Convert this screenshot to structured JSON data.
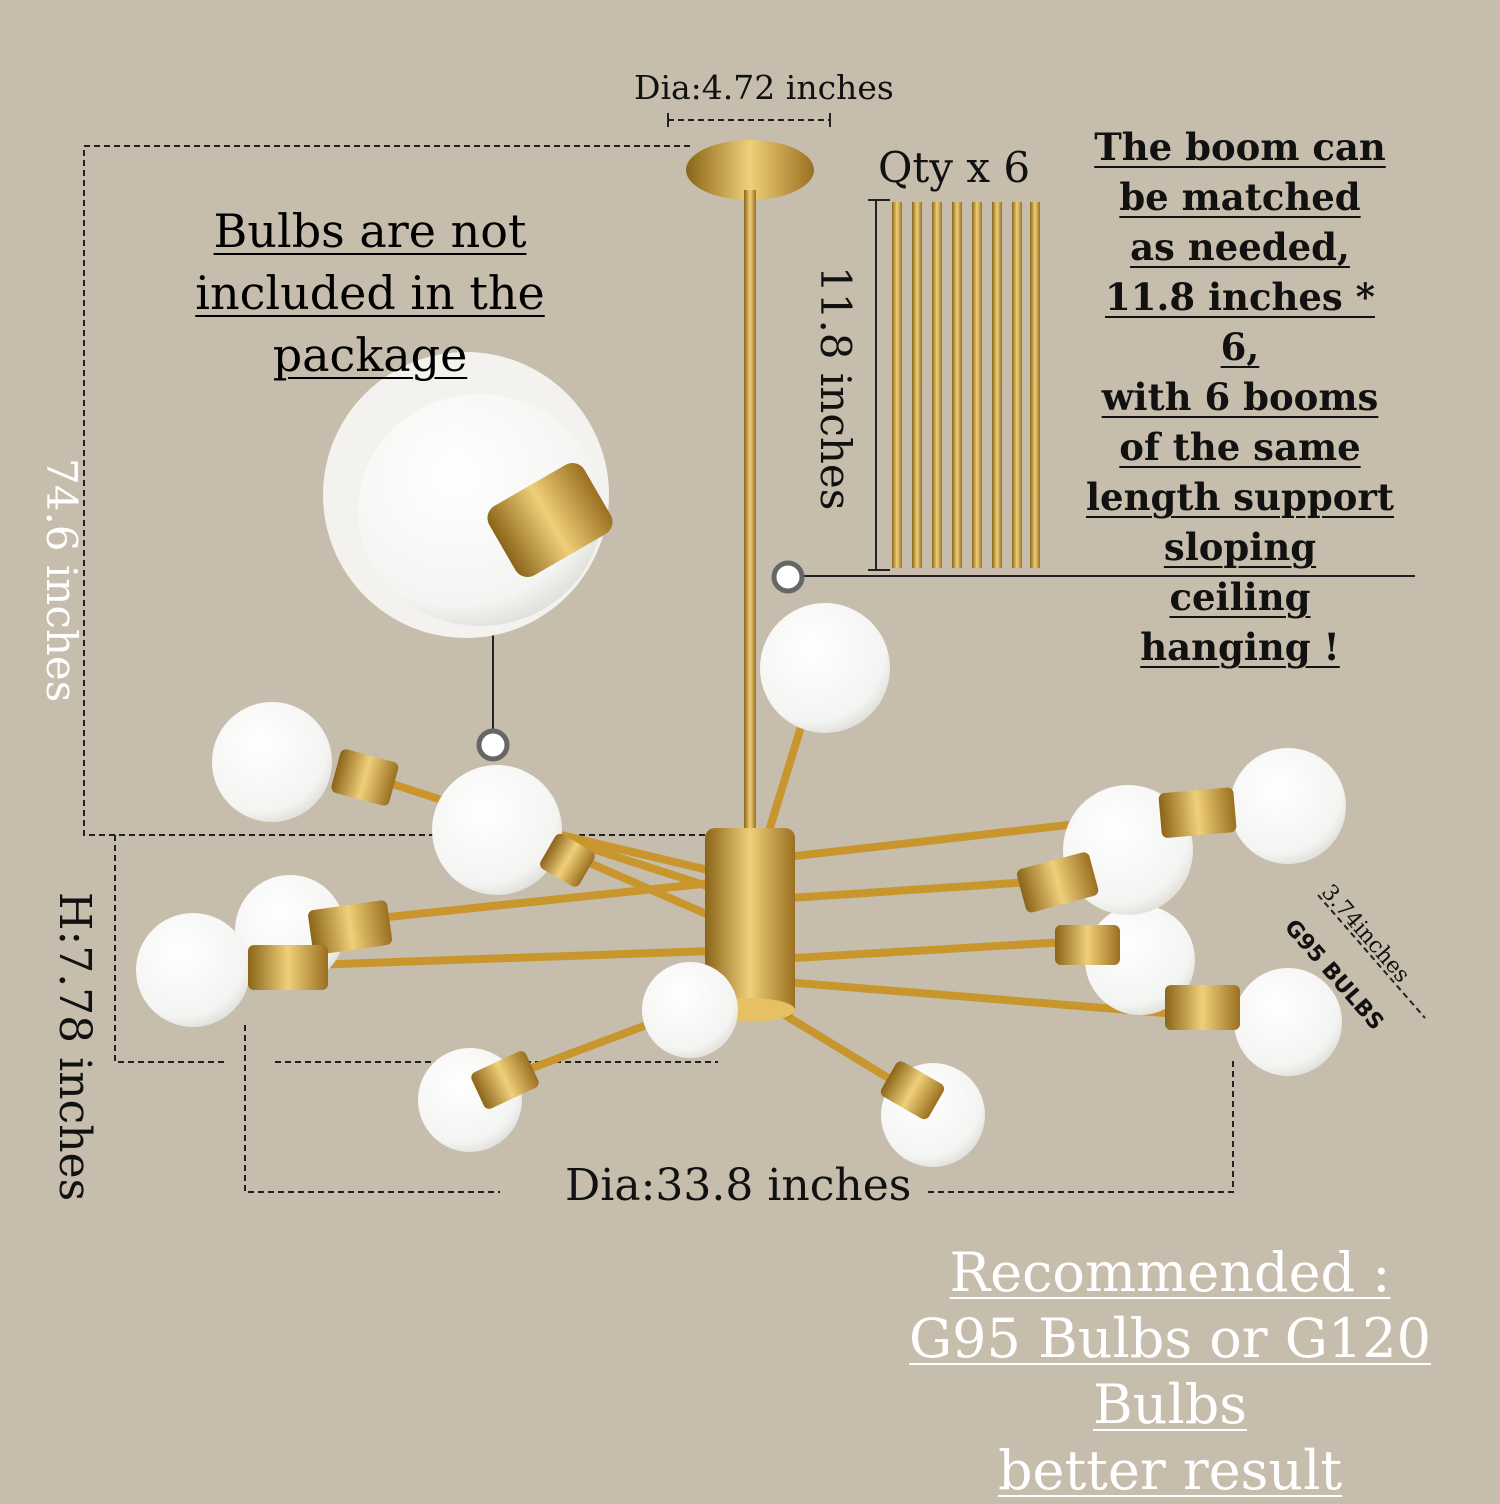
{
  "canopy_dimension": "Dia:4.72 inches",
  "rods": {
    "qty_label": "Qty x 6",
    "length_label": "11.8 inches"
  },
  "total_height": "74.6 inches",
  "body_height": "H:7.78 inches",
  "bulb_note": [
    "Bulbs are not",
    "included in the",
    "package"
  ],
  "boom_note": [
    "The boom can",
    "be matched",
    "as needed,",
    "11.8 inches * 6,",
    "with 6 booms",
    "of the same",
    "length support",
    "sloping",
    "ceiling hanging !"
  ],
  "width_dimension": "Dia:33.8 inches",
  "bulb_size": {
    "dimension": "3.74inches",
    "type": "G95 BULBS"
  },
  "recommendation": [
    "Recommended :",
    "G95 Bulbs or G120 Bulbs",
    "better result"
  ],
  "colors": {
    "background": "#c6bdac",
    "gold": "#c9962e",
    "bulb": "#ffffff"
  }
}
